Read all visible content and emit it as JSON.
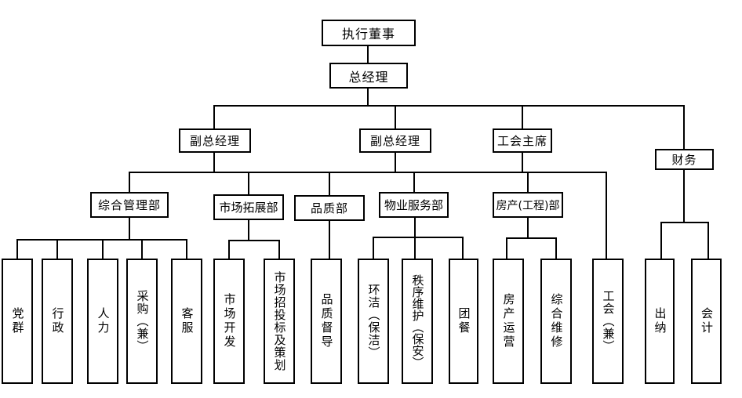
{
  "diagram": {
    "type": "org-chart",
    "colors": {
      "line": "#000000",
      "box_fill": "#ffffff",
      "text": "#000000"
    },
    "nodes": {
      "executive_director": {
        "label": "执行董事"
      },
      "general_manager": {
        "label": "总经理"
      },
      "deputy_gm_1": {
        "label": "副总经理"
      },
      "deputy_gm_2": {
        "label": "副总经理"
      },
      "union_chairman": {
        "label": "工会主席"
      },
      "finance": {
        "label": "财务"
      },
      "general_admin_dept": {
        "label": "综合管理部"
      },
      "market_expansion_dept": {
        "label": "市场拓展部"
      },
      "quality_dept": {
        "label": "品质部"
      },
      "property_service_dept": {
        "label": "物业服务部"
      },
      "real_estate_eng_dept": {
        "label": "房产(工程)部"
      },
      "party_masses": {
        "label": "党群"
      },
      "administration": {
        "label": "行政"
      },
      "human_resources": {
        "label": "人力"
      },
      "procurement_concurrent": {
        "label": "采购（兼）"
      },
      "customer_service": {
        "label": "客服"
      },
      "market_development": {
        "label": "市场开发"
      },
      "market_bidding_planning": {
        "label": "市场招投标及策划"
      },
      "quality_supervision": {
        "label": "品质督导"
      },
      "cleaning": {
        "label": "环洁（保洁）"
      },
      "order_maintenance": {
        "label": "秩序维护（保安）"
      },
      "group_catering": {
        "label": "团餐"
      },
      "property_operation": {
        "label": "房产运营"
      },
      "comprehensive_maintenance": {
        "label": "综合维修"
      },
      "union_concurrent": {
        "label": "工会（兼）"
      },
      "cashier": {
        "label": "出纳"
      },
      "accountant": {
        "label": "会计"
      }
    },
    "structure": {
      "top_chain": [
        "executive_director",
        "general_manager"
      ],
      "manager_bus_children": [
        "deputy_gm_1",
        "deputy_gm_2",
        "union_chairman",
        "finance"
      ],
      "department_bus_children": [
        "general_admin_dept",
        "market_expansion_dept",
        "quality_dept",
        "property_service_dept",
        "real_estate_eng_dept",
        "union_concurrent"
      ],
      "general_admin_dept_children": [
        "party_masses",
        "administration",
        "human_resources",
        "procurement_concurrent",
        "customer_service"
      ],
      "market_expansion_dept_children": [
        "market_development",
        "market_bidding_planning"
      ],
      "quality_dept_children": [
        "quality_supervision"
      ],
      "property_service_dept_children": [
        "cleaning",
        "order_maintenance",
        "group_catering"
      ],
      "real_estate_eng_dept_children": [
        "property_operation",
        "comprehensive_maintenance"
      ],
      "finance_children": [
        "cashier",
        "accountant"
      ]
    }
  }
}
